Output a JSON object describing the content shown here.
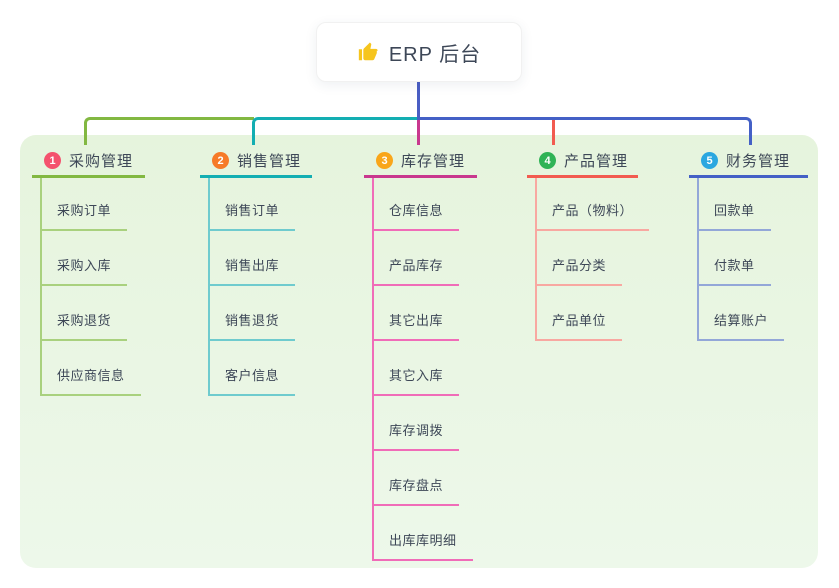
{
  "root": {
    "label": "ERP 后台",
    "icon": "thumbs-up-icon"
  },
  "colors": {
    "stem_blue": "#4A5EC4",
    "panel_bg_top": "#E6F4DD",
    "panel_bg_bottom": "#EDF8EA",
    "card_bg": "#FFFFFF",
    "text": "#3D4757",
    "thumb_yellow": "#F6C51E"
  },
  "branches": [
    {
      "index": "1",
      "label": "采购管理",
      "badge_color": "#F4526E",
      "line_color": "#82B841",
      "child_line_color": "#A9D17E",
      "children": [
        "采购订单",
        "采购入库",
        "采购退货",
        "供应商信息"
      ]
    },
    {
      "index": "2",
      "label": "销售管理",
      "badge_color": "#F67A28",
      "line_color": "#13AEB2",
      "child_line_color": "#6FCBCE",
      "children": [
        "销售订单",
        "销售出库",
        "销售退货",
        "客户信息"
      ]
    },
    {
      "index": "3",
      "label": "库存管理",
      "badge_color": "#F9A61A",
      "line_color": "#C9388E",
      "child_line_color": "#F06CB8",
      "children": [
        "仓库信息",
        "产品库存",
        "其它出库",
        "其它入库",
        "库存调拨",
        "库存盘点",
        "出库库明细"
      ]
    },
    {
      "index": "4",
      "label": "产品管理",
      "badge_color": "#2FB356",
      "line_color": "#F25B50",
      "child_line_color": "#F8A8A1",
      "children": [
        "产品（物料）",
        "产品分类",
        "产品单位"
      ]
    },
    {
      "index": "5",
      "label": "财务管理",
      "badge_color": "#2BA7E0",
      "line_color": "#4460C6",
      "child_line_color": "#93A7D8",
      "children": [
        "回款单",
        "付款单",
        "结算账户"
      ]
    }
  ]
}
